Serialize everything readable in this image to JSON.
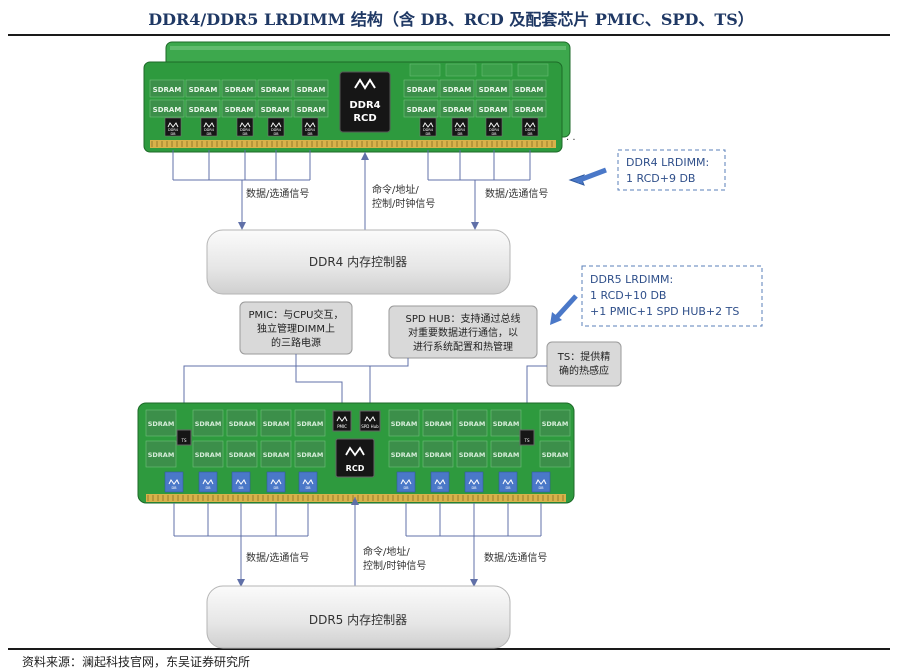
{
  "title": "DDR4/DDR5 LRDIMM 结构（含 DB、RCD 及配套芯片 PMIC、SPD、TS）",
  "footnote": "资料来源：澜起科技官网，东吴证券研究所",
  "ddr4": {
    "sdram_label": "SDRAM",
    "chip_line1": "DDR4",
    "chip_line2": "RCD",
    "db_line1": "DDR4",
    "db_line2": "DB",
    "signal_left": "数据/选通信号",
    "signal_right": "数据/选通信号",
    "cmd_line1": "命令/地址/",
    "cmd_line2": "控制/时钟信号",
    "controller": "DDR4 内存控制器",
    "callout_line1": "DDR4 LRDIMM:",
    "callout_line2": "1 RCD+9 DB"
  },
  "ddr5": {
    "sdram_label": "SDRAM",
    "rcd_label": "RCD",
    "pmic_label": "PMIC",
    "spd_label": "SPD Hub",
    "ts_label": "TS",
    "db_label": "DB",
    "signal_left": "数据/选通信号",
    "signal_right": "数据/选通信号",
    "cmd_line1": "命令/地址/",
    "cmd_line2": "控制/时钟信号",
    "controller": "DDR5 内存控制器",
    "callout_line1": "DDR5 LRDIMM:",
    "callout_line2": "1 RCD+10 DB",
    "callout_line3": "+1 PMIC+1 SPD HUB+2 TS",
    "pmic_box_line1": "PMIC：与CPU交互，",
    "pmic_box_line2": "独立管理DIMM上",
    "pmic_box_line3": "的三路电源",
    "spd_box_line1": "SPD HUB：支持通过总线",
    "spd_box_line2": "对重要数据进行通信，以",
    "spd_box_line3": "进行系统配置和热管理",
    "ts_box_line1": "TS：提供精",
    "ts_box_line2": "确的热感应"
  },
  "colors": {
    "pcb": "#2e9a3e",
    "pcb_dark": "#1f7a2e",
    "sdram": "#3c8f4a",
    "chip": "#161616",
    "db5": "#4a78c8",
    "line": "#6070a8",
    "callout_border": "#5a7fb8",
    "callout_text": "#2f4f8a",
    "box_fill": "#d9d9d9",
    "contact": "#d8b24a"
  }
}
